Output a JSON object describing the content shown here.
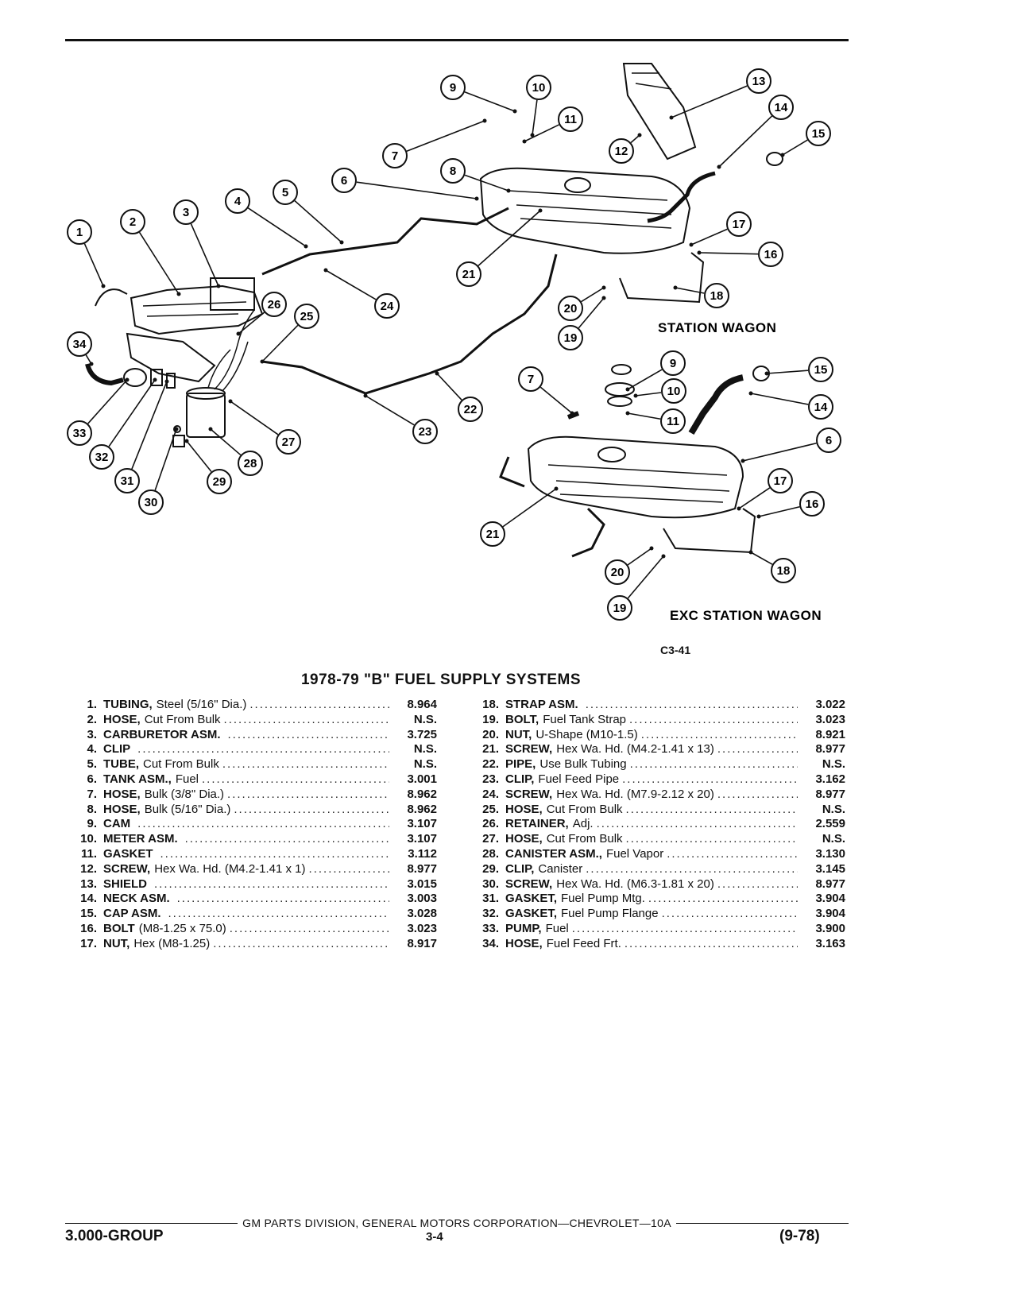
{
  "figure": {
    "code": "C3-41",
    "variant_labels": [
      "STATION WAGON",
      "EXC STATION WAGON"
    ]
  },
  "title": "1978-79 \"B\" FUEL SUPPLY SYSTEMS",
  "parts_left": [
    {
      "num": "1.",
      "name": "TUBING,",
      "desc": "Steel (5/16\" Dia.)",
      "group": "8.964"
    },
    {
      "num": "2.",
      "name": "HOSE,",
      "desc": "Cut From Bulk",
      "group": "N.S."
    },
    {
      "num": "3.",
      "name": "CARBURETOR ASM.",
      "desc": "",
      "group": "3.725"
    },
    {
      "num": "4.",
      "name": "CLIP",
      "desc": "",
      "group": "N.S."
    },
    {
      "num": "5.",
      "name": "TUBE,",
      "desc": "Cut From Bulk",
      "group": "N.S."
    },
    {
      "num": "6.",
      "name": "TANK ASM.,",
      "desc": "Fuel",
      "group": "3.001"
    },
    {
      "num": "7.",
      "name": "HOSE,",
      "desc": "Bulk (3/8\" Dia.)",
      "group": "8.962"
    },
    {
      "num": "8.",
      "name": "HOSE,",
      "desc": "Bulk (5/16\" Dia.)",
      "group": "8.962"
    },
    {
      "num": "9.",
      "name": "CAM",
      "desc": "",
      "group": "3.107"
    },
    {
      "num": "10.",
      "name": "METER ASM.",
      "desc": "",
      "group": "3.107"
    },
    {
      "num": "11.",
      "name": "GASKET",
      "desc": "",
      "group": "3.112"
    },
    {
      "num": "12.",
      "name": "SCREW,",
      "desc": "Hex Wa. Hd. (M4.2-1.41 x 1)",
      "group": "8.977"
    },
    {
      "num": "13.",
      "name": "SHIELD",
      "desc": "",
      "group": "3.015"
    },
    {
      "num": "14.",
      "name": "NECK ASM.",
      "desc": "",
      "group": "3.003"
    },
    {
      "num": "15.",
      "name": "CAP ASM.",
      "desc": "",
      "group": "3.028"
    },
    {
      "num": "16.",
      "name": "BOLT",
      "desc": "(M8-1.25 x 75.0)",
      "group": "3.023"
    },
    {
      "num": "17.",
      "name": "NUT,",
      "desc": "Hex (M8-1.25)",
      "group": "8.917"
    }
  ],
  "parts_right": [
    {
      "num": "18.",
      "name": "STRAP ASM.",
      "desc": "",
      "group": "3.022"
    },
    {
      "num": "19.",
      "name": "BOLT,",
      "desc": "Fuel Tank Strap",
      "group": "3.023"
    },
    {
      "num": "20.",
      "name": "NUT,",
      "desc": "U-Shape (M10-1.5)",
      "group": "8.921"
    },
    {
      "num": "21.",
      "name": "SCREW,",
      "desc": "Hex Wa. Hd. (M4.2-1.41 x 13)",
      "group": "8.977"
    },
    {
      "num": "22.",
      "name": "PIPE,",
      "desc": "Use Bulk Tubing",
      "group": "N.S."
    },
    {
      "num": "23.",
      "name": "CLIP,",
      "desc": "Fuel Feed Pipe",
      "group": "3.162"
    },
    {
      "num": "24.",
      "name": "SCREW,",
      "desc": "Hex Wa. Hd. (M7.9-2.12 x 20)",
      "group": "8.977"
    },
    {
      "num": "25.",
      "name": "HOSE,",
      "desc": "Cut From Bulk",
      "group": "N.S."
    },
    {
      "num": "26.",
      "name": "RETAINER,",
      "desc": "Adj.",
      "group": "2.559"
    },
    {
      "num": "27.",
      "name": "HOSE,",
      "desc": "Cut From Bulk",
      "group": "N.S."
    },
    {
      "num": "28.",
      "name": "CANISTER ASM.,",
      "desc": "Fuel Vapor",
      "group": "3.130"
    },
    {
      "num": "29.",
      "name": "CLIP,",
      "desc": "Canister",
      "group": "3.145"
    },
    {
      "num": "30.",
      "name": "SCREW,",
      "desc": "Hex Wa. Hd. (M6.3-1.81 x 20)",
      "group": "8.977"
    },
    {
      "num": "31.",
      "name": "GASKET,",
      "desc": "Fuel Pump Mtg.",
      "group": "3.904"
    },
    {
      "num": "32.",
      "name": "GASKET,",
      "desc": "Fuel Pump Flange",
      "group": "3.904"
    },
    {
      "num": "33.",
      "name": "PUMP,",
      "desc": "Fuel",
      "group": "3.900"
    },
    {
      "num": "34.",
      "name": "HOSE,",
      "desc": "Fuel Feed Frt.",
      "group": "3.163"
    }
  ],
  "footer": {
    "publisher": "GM PARTS DIVISION, GENERAL MOTORS CORPORATION—CHEVROLET—10A",
    "group": "3.000-GROUP",
    "page": "3-4",
    "date": "(9-78)"
  },
  "callouts": [
    "1",
    "2",
    "3",
    "4",
    "5",
    "6",
    "7",
    "8",
    "9",
    "10",
    "11",
    "12",
    "13",
    "14",
    "15",
    "16",
    "17",
    "18",
    "19",
    "20",
    "21",
    "22",
    "23",
    "24",
    "25",
    "26",
    "27",
    "28",
    "29",
    "30",
    "31",
    "32",
    "33",
    "34"
  ]
}
